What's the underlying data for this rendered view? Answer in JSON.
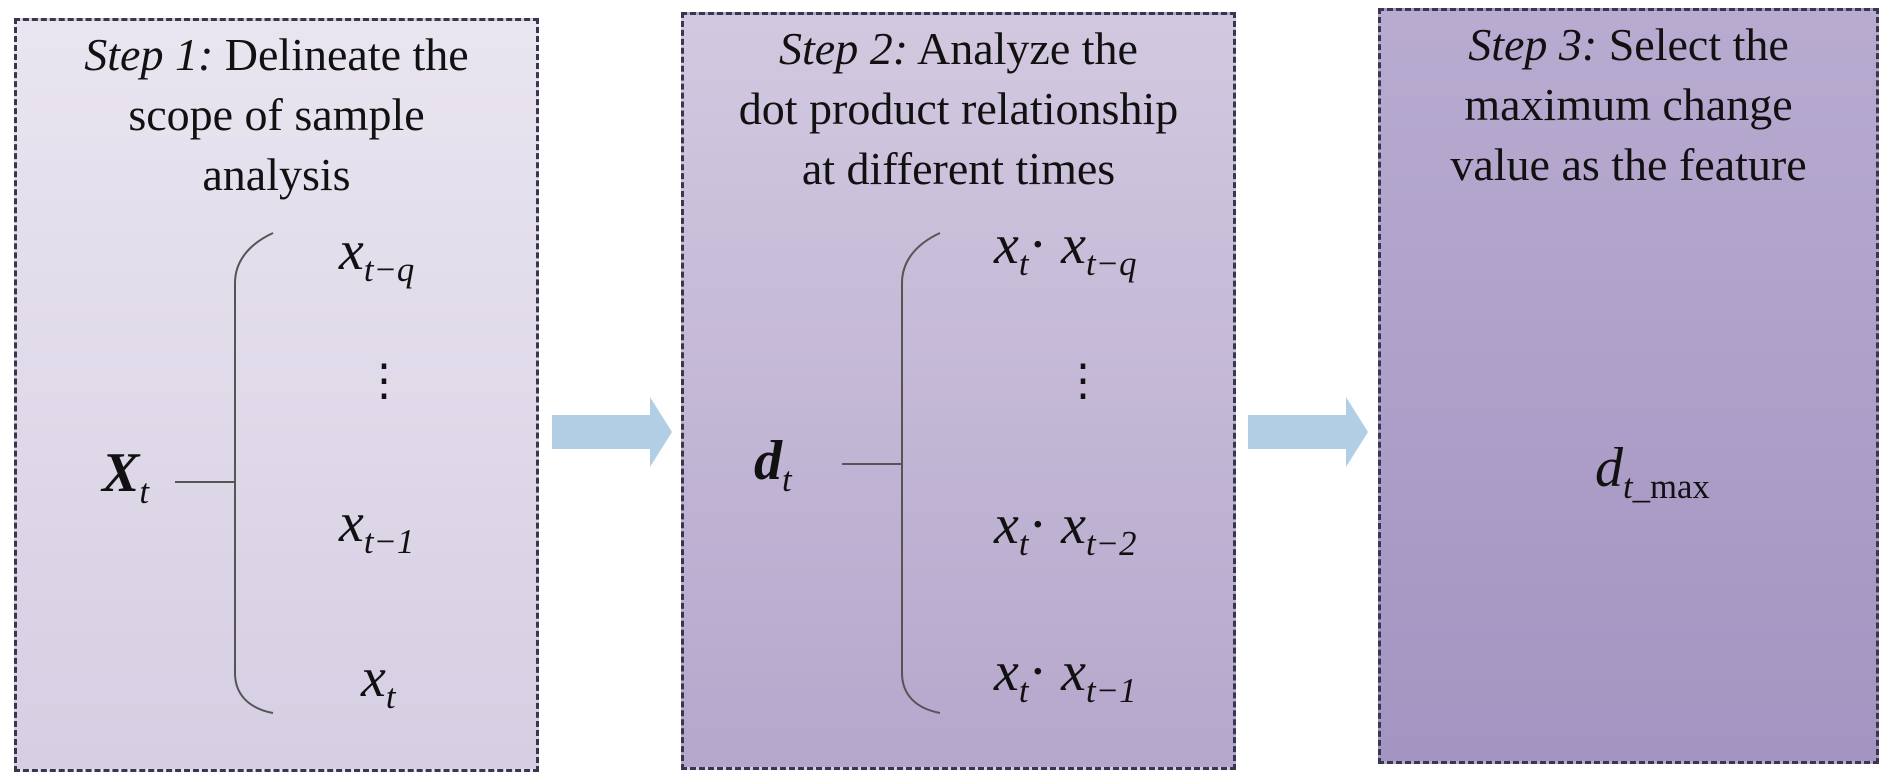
{
  "steps": [
    {
      "step_label": "Step 1:",
      "title_lines": [
        "Delineate the",
        "scope of sample",
        "analysis"
      ],
      "root": {
        "base": "X",
        "sub": "t"
      },
      "items": [
        {
          "base": "x",
          "sub": "t−q"
        },
        {
          "base": "x",
          "sub": "t−1"
        },
        {
          "base": "x",
          "sub": "t"
        }
      ],
      "ellipsis": "⋮"
    },
    {
      "step_label": "Step 2:",
      "title_lines": [
        "Analyze the",
        "dot product relationship",
        "at different times"
      ],
      "root": {
        "base": "d",
        "sub": "t"
      },
      "items": [
        {
          "a": "x",
          "a_sub": "t",
          "op": "·",
          "b": "x",
          "b_sub": "t−q"
        },
        {
          "a": "x",
          "a_sub": "t",
          "op": "·",
          "b": "x",
          "b_sub": "t−2"
        },
        {
          "a": "x",
          "a_sub": "t",
          "op": "·",
          "b": "x",
          "b_sub": "t−1"
        }
      ],
      "ellipsis": "⋮"
    },
    {
      "step_label": "Step 3:",
      "title_lines": [
        "Select the",
        "maximum change",
        "value as the feature"
      ],
      "result": {
        "base": "d",
        "sub": "t_max",
        "sub_italic": "t",
        "sub_roman": "_max"
      }
    }
  ],
  "colors": {
    "border": "#3a3650",
    "arrow": "#aecbe3",
    "brace": "#555555"
  },
  "icons": [
    "right-arrow-icon",
    "right-arrow-icon"
  ]
}
